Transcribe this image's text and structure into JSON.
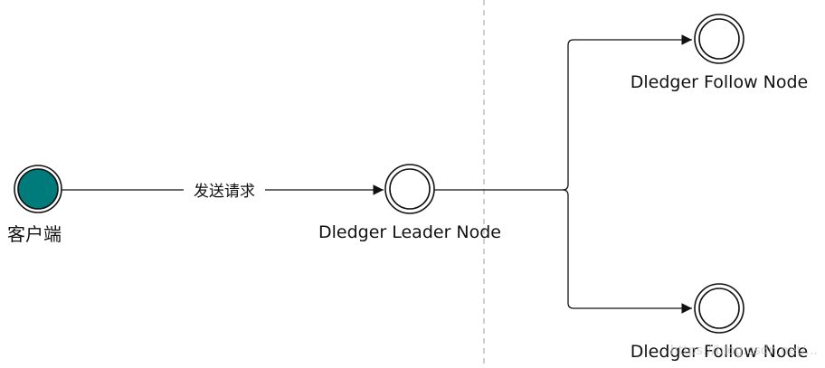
{
  "nodes": {
    "client": {
      "label": "客户端",
      "color": "#007b7b"
    },
    "leader": {
      "label": "Dledger Leader Node"
    },
    "follower_top": {
      "label": "Dledger Follow Node"
    },
    "follower_bottom": {
      "label": "Dledger Follow Node"
    }
  },
  "edges": {
    "client_to_leader": {
      "label": "发送请求"
    }
  },
  "watermark": "https://blog.csdn.net/..."
}
